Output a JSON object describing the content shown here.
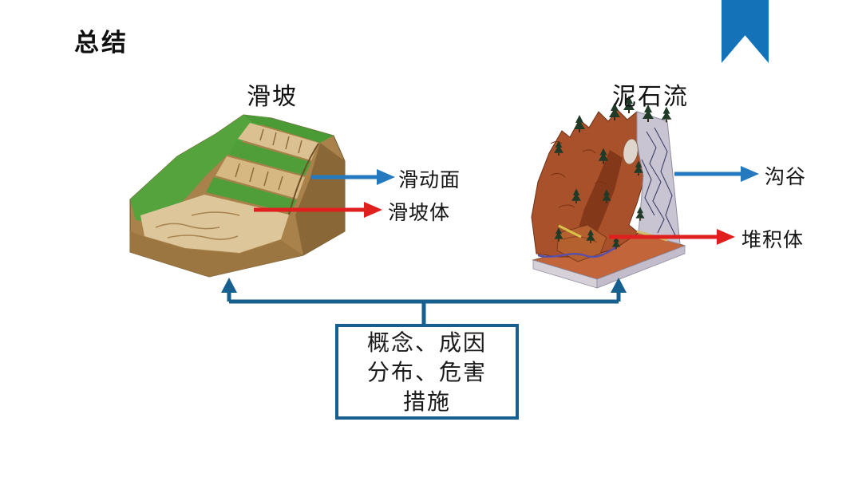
{
  "slide": {
    "title": "总结"
  },
  "bookmark": {
    "color": "#1472b8"
  },
  "left_panel": {
    "heading": "滑坡",
    "illustration": "landslide-block-diagram",
    "labels": [
      {
        "text": "滑动面",
        "arrow_color": "#2579be"
      },
      {
        "text": "滑坡体",
        "arrow_color": "#e01f1f"
      }
    ]
  },
  "right_panel": {
    "heading": "泥石流",
    "illustration": "debris-flow-diagram",
    "labels": [
      {
        "text": "沟谷",
        "arrow_color": "#2579be"
      },
      {
        "text": "堆积体",
        "arrow_color": "#e01f1f"
      }
    ]
  },
  "connector": {
    "color": "#175f8e"
  },
  "summary_box": {
    "border_color": "#175f8e",
    "lines": [
      "概念、成因",
      "分布、危害",
      "措施"
    ]
  }
}
